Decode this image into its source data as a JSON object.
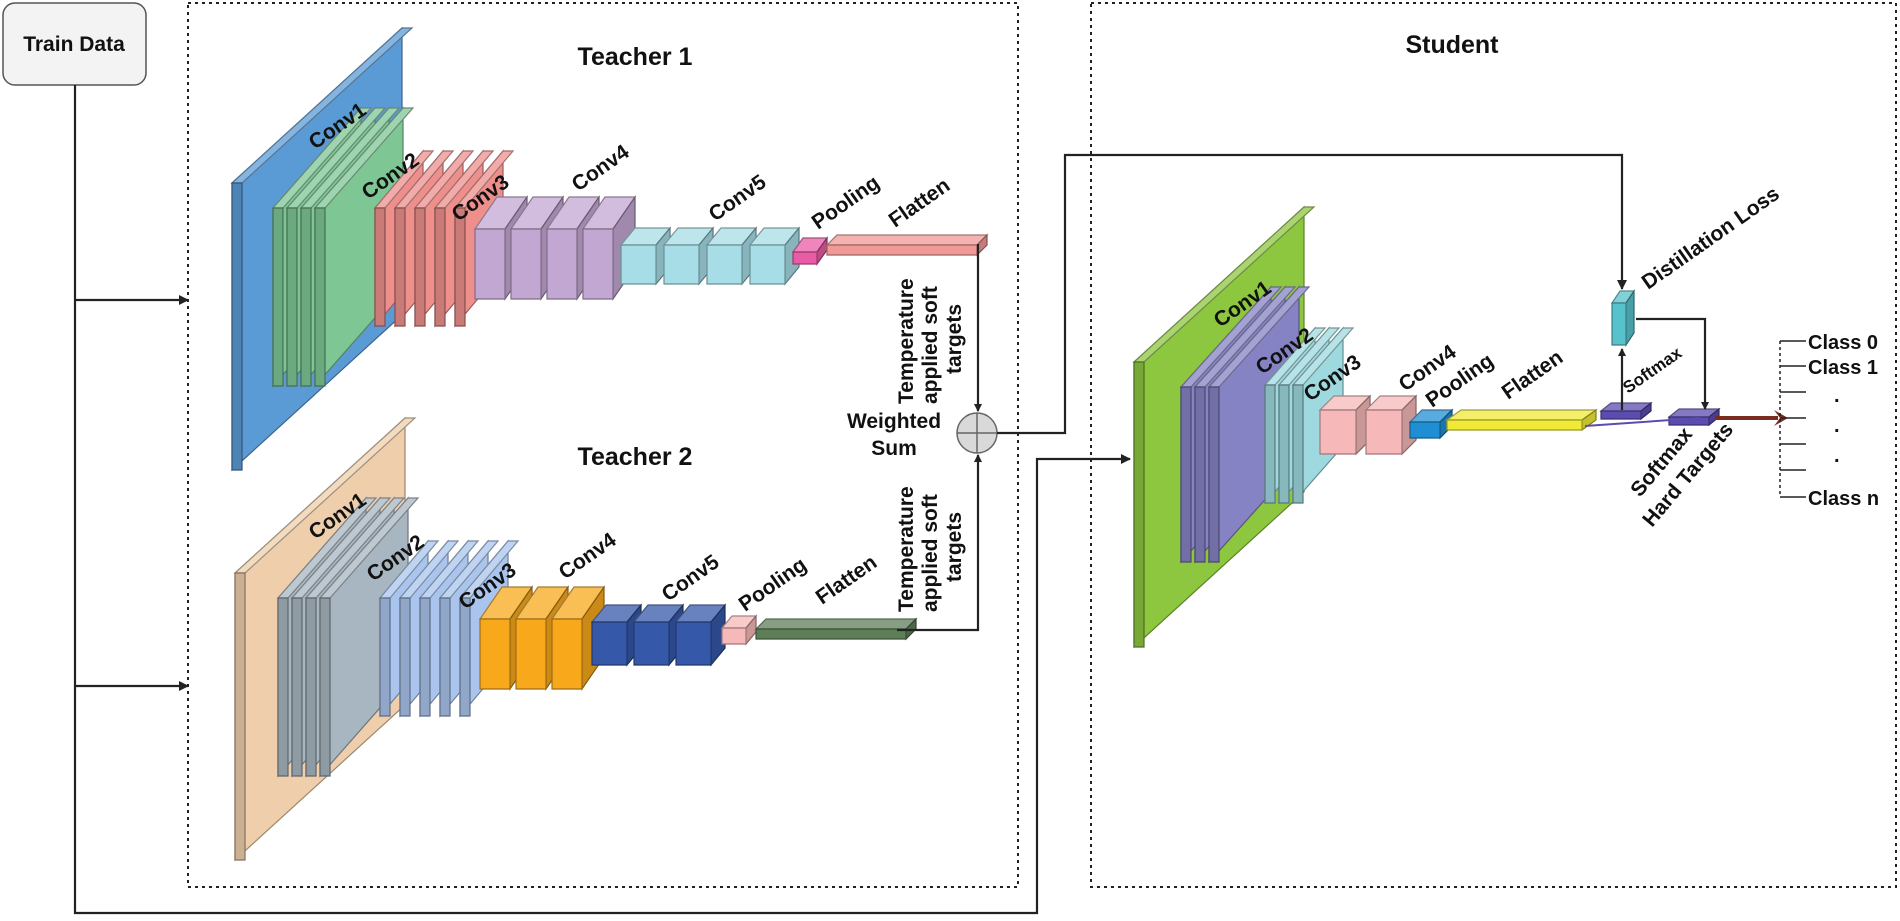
{
  "input": {
    "label": "Train Data"
  },
  "teacher1": {
    "title": "Teacher 1",
    "conv1": "Conv1",
    "conv2": "Conv2",
    "conv3": "Conv3",
    "conv4": "Conv4",
    "conv5": "Conv5",
    "pooling": "Pooling",
    "flatten": "Flatten",
    "soft_targets": [
      "Temperature",
      "applied soft",
      "targets"
    ]
  },
  "teacher2": {
    "title": "Teacher 2",
    "conv1": "Conv1",
    "conv2": "Conv2",
    "conv3": "Conv3",
    "conv4": "Conv4",
    "conv5": "Conv5",
    "pooling": "Pooling",
    "flatten": "Flatten",
    "soft_targets": [
      "Temperature",
      "applied soft",
      "targets"
    ]
  },
  "combine": {
    "line1": "Weighted",
    "line2": "Sum"
  },
  "student": {
    "title": "Student",
    "conv1": "Conv1",
    "conv2": "Conv2",
    "conv3": "Conv3",
    "conv4": "Conv4",
    "pooling": "Pooling",
    "flatten": "Flatten",
    "softmax_top": "Softmax",
    "distillation_loss": "Distillation Loss",
    "softmax_bottom": "Softmax",
    "hard_targets": "Hard Targets"
  },
  "classes": {
    "class0": "Class 0",
    "class1": "Class 1",
    "dot": ".",
    "classn": "Class n"
  },
  "colors": {
    "t1_conv1": "#5b9bd5",
    "t1_conv2": "#7ec795",
    "t1_conv3": "#ee8f8c",
    "t1_conv4": "#c3a7d3",
    "t1_conv5": "#a6dde6",
    "t1_pool": "#e95ca5",
    "t1_flatten": "#f09a97",
    "t2_conv1": "#efcfab",
    "t2_conv2": "#a7b6c0",
    "t2_conv3": "#a9c5ee",
    "t2_conv4": "#f7a81b",
    "t2_conv5": "#3558a9",
    "t2_pool": "#f6b8b8",
    "t2_flatten": "#5e7e58",
    "s_conv1": "#8dc63f",
    "s_conv2": "#8683c4",
    "s_conv3": "#9ed9df",
    "s_conv4": "#f6b8b8",
    "s_pool": "#1f8fd3",
    "s_flatten": "#f0ea37",
    "s_softmax": "#5b4caf",
    "s_distill": "#58c2cc",
    "output_arrow": "#7b2c1f"
  }
}
